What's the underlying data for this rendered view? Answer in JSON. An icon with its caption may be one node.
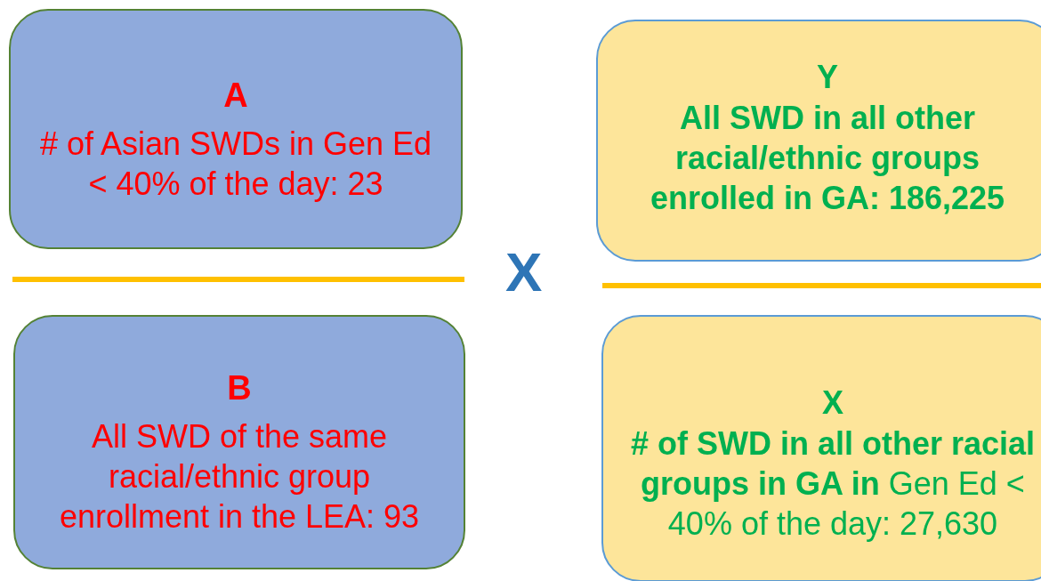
{
  "diagram": {
    "nodes": [
      {
        "text": [
          "A",
          "# of Asian SWDs in Gen Ed < 40% of the day: 23"
        ]
      },
      {
        "text": [
          "Y",
          "All SWD in all other racial/ethnic groups enrolled in GA: 186,225"
        ]
      },
      {
        "text": [
          "B",
          "All SWD of the same racial/ethnic group enrollment in the LEA: 93"
        ]
      },
      {
        "text": [
          "X",
          "**# of SWD in all other racial groups in GA in** Gen Ed < 40% of the day: 27,630"
        ]
      }
    ],
    "edges": [],
    "labels": [
      "X"
    ]
  }
}
